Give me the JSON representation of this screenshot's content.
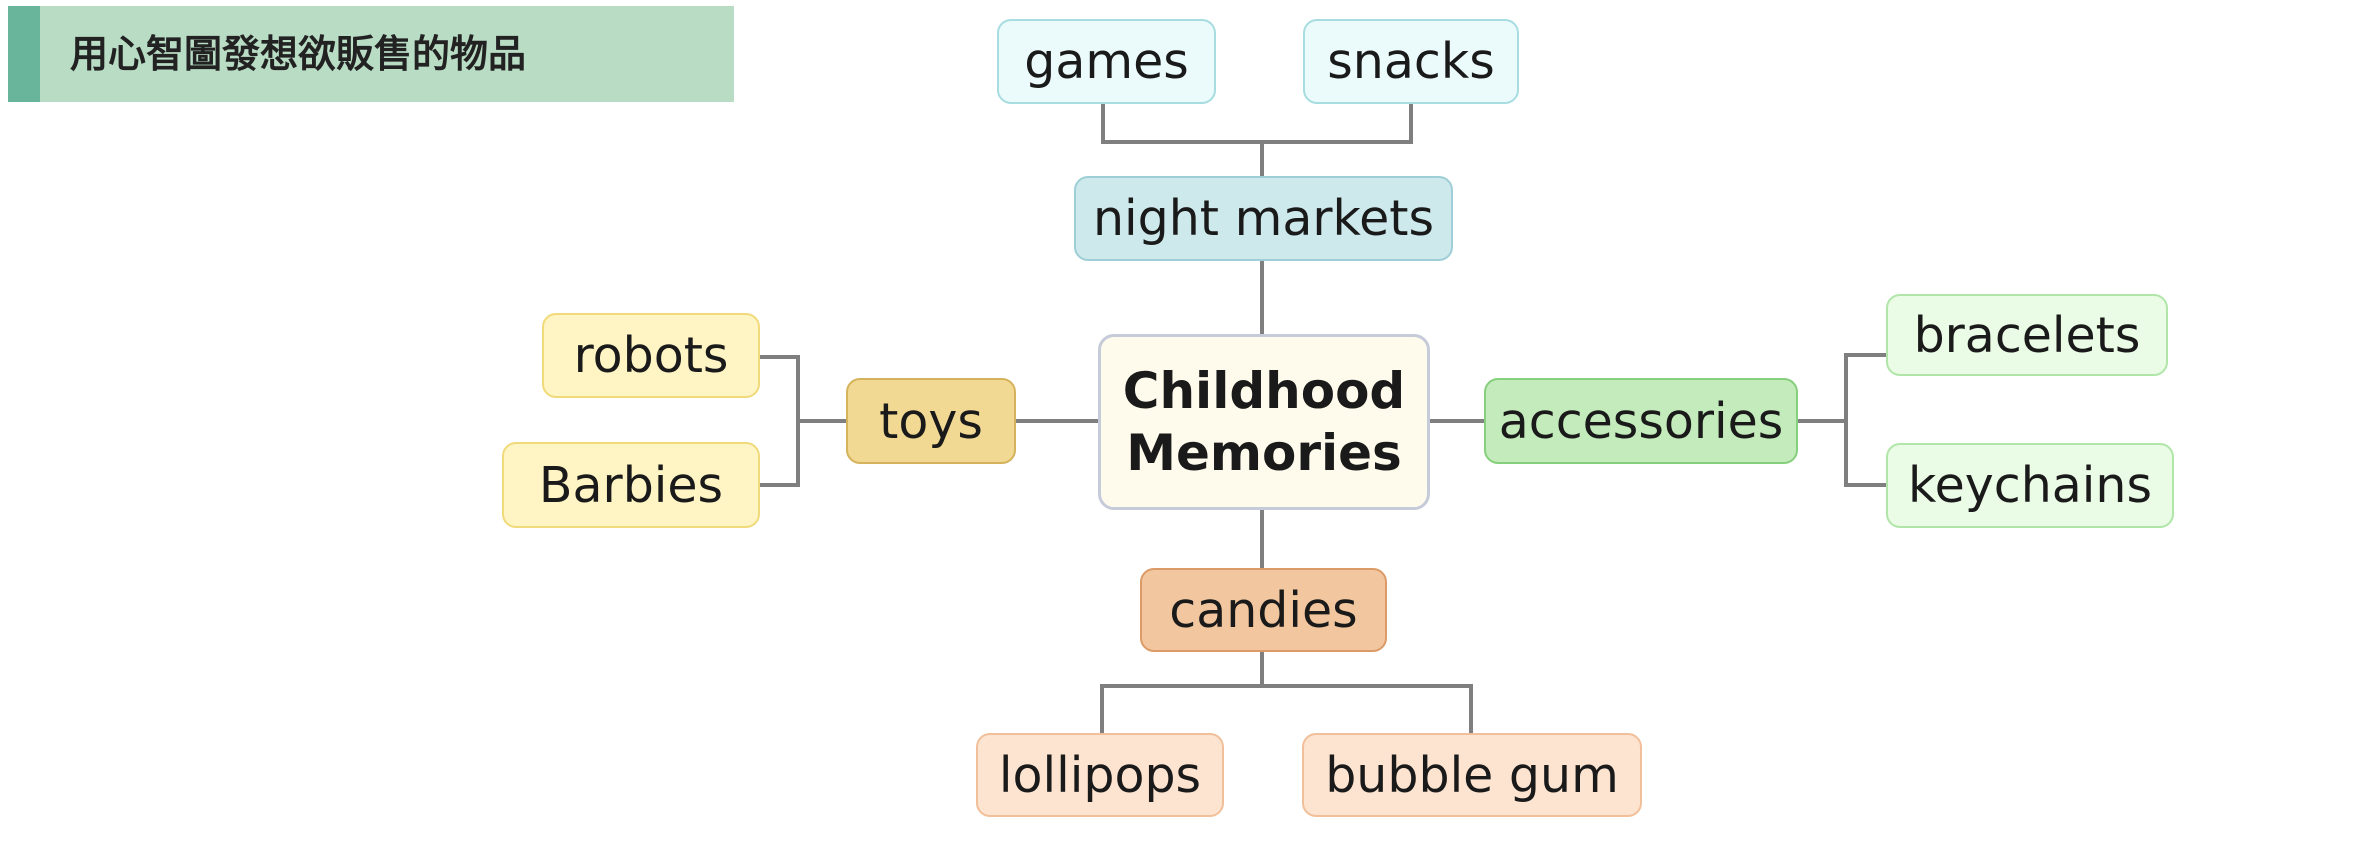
{
  "header": {
    "title": "用心智圖發想欲販售的物品"
  },
  "mindmap": {
    "center": {
      "line1": "Childhood",
      "line2": "Memories"
    },
    "branches": {
      "night_markets": {
        "label": "night markets",
        "children": [
          "games",
          "snacks"
        ]
      },
      "toys": {
        "label": "toys",
        "children": [
          "robots",
          "Barbies"
        ]
      },
      "accessories": {
        "label": "accessories",
        "children": [
          "bracelets",
          "keychains"
        ]
      },
      "candies": {
        "label": "candies",
        "children": [
          "lollipops",
          "bubble gum"
        ]
      }
    },
    "colors": {
      "connector": "#7f7f7f",
      "center_fill": "#fffbec",
      "night_markets": "#cde9ec",
      "toys": "#f1d893",
      "accessories": "#c3ebbb",
      "candies": "#f2c79f",
      "title_bar": "#b9dcc4",
      "title_accent": "#69b59c"
    }
  }
}
